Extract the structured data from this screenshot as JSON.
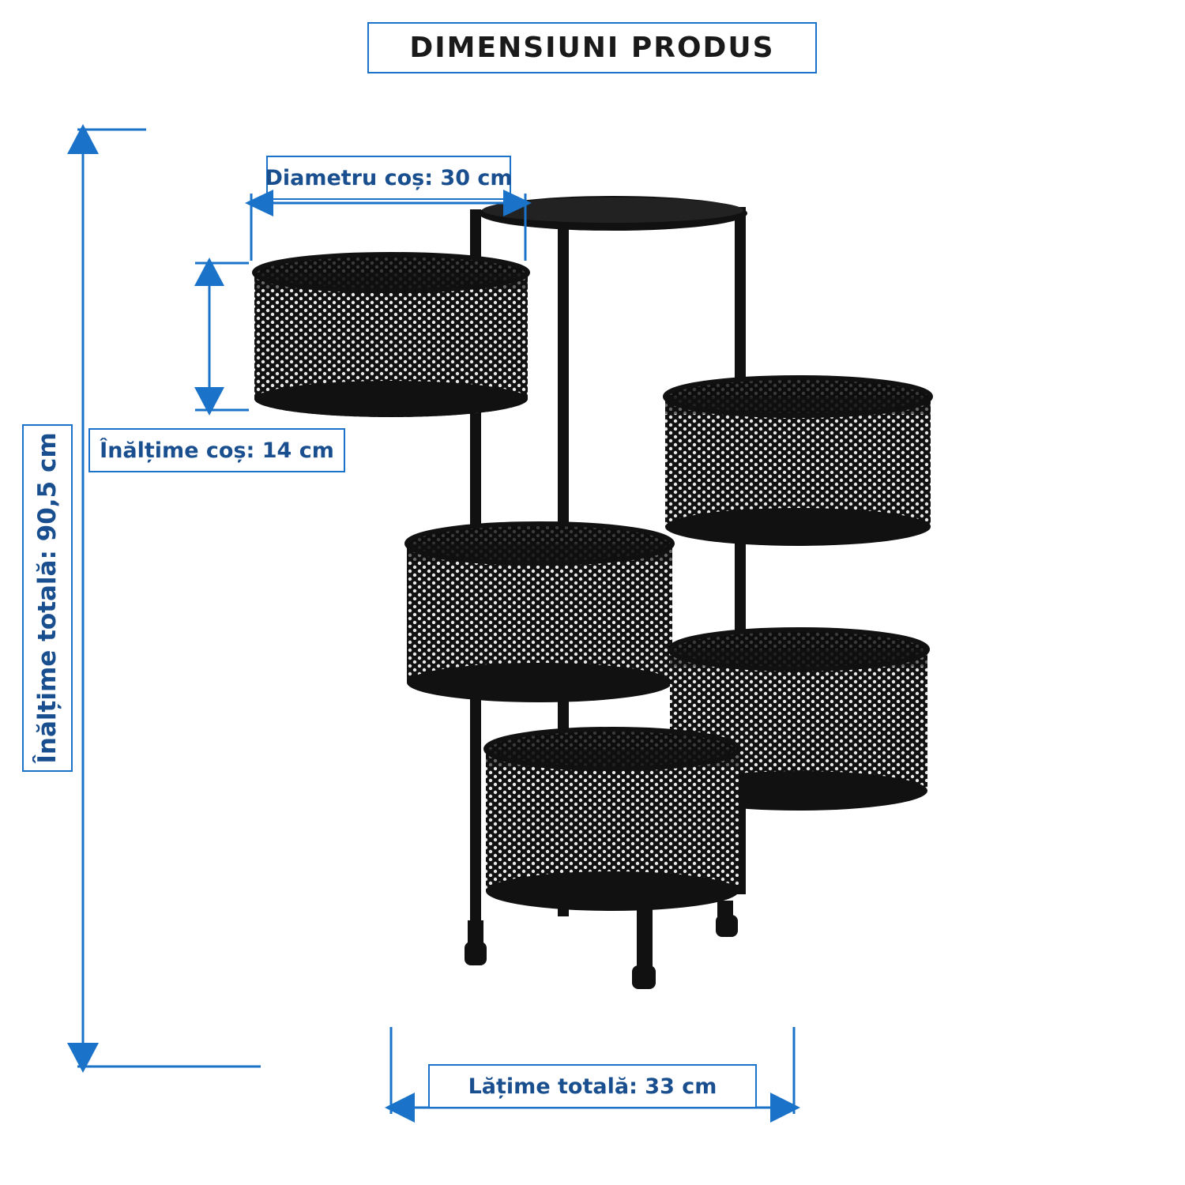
{
  "title": "DIMENSIUNI PRODUS",
  "dimensions": {
    "basket_diameter": "Diametru coș: 30 cm",
    "basket_height": "Înălțime coș: 14 cm",
    "total_height": "Înălțime totală: 90,5 cm",
    "total_width": "Lățime totală: 33 cm"
  },
  "colors": {
    "dimension_line": "#1a73c9",
    "label_text": "#1a4f8f",
    "product": "#111111"
  },
  "product": {
    "description_icon": "rotating-basket-rack-5-tier",
    "basket_count": 5
  }
}
